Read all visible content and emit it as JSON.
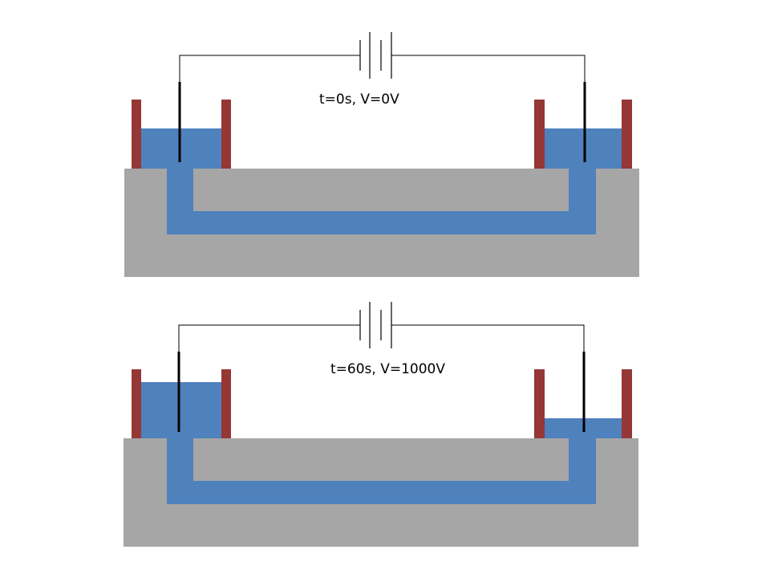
{
  "colors": {
    "substrate": "#a6a6a6",
    "liquid": "#4f81bd",
    "reservoir_wall": "#953735",
    "wire": "#000000",
    "electrode": "#000000",
    "background": "#ffffff"
  },
  "panels": [
    {
      "label": "t=0s, V=0V",
      "left_reservoir_level": "equal",
      "right_reservoir_level": "equal"
    },
    {
      "label": "t=60s, V=1000V",
      "left_reservoir_level": "higher",
      "right_reservoir_level": "lower"
    }
  ]
}
